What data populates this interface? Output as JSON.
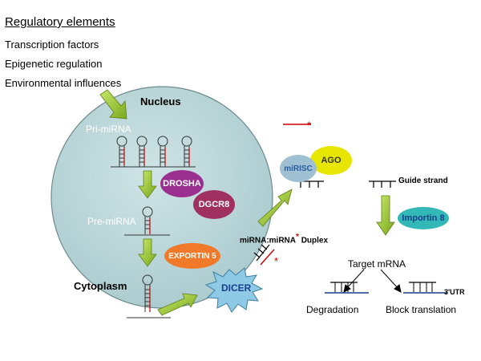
{
  "title": "Regulatory elements",
  "regulators": [
    "Transcription factors",
    "Epigenetic regulation",
    "Environmental influences"
  ],
  "compartments": {
    "nucleus": "Nucleus",
    "cytoplasm": "Cytoplasm"
  },
  "rna_labels": {
    "pri": "Pri-miRNA",
    "pre": "Pre-miRNA"
  },
  "enzymes": {
    "drosha": "DROSHA",
    "dgcr8": "DGCR8",
    "exportin": "EXPORTIN 5",
    "dicer": "DICER",
    "ago": "AGO",
    "mirisc": "miRISC",
    "importin": "Importin 8"
  },
  "duplex": {
    "label": "miRNA:miRNA",
    "star": "*",
    "suffix": "Duplex"
  },
  "guide_strand": "Guide strand",
  "target": "Target mRNA",
  "utr": "3'UTR",
  "outcomes": {
    "degradation": "Degradation",
    "block": "Block translation"
  },
  "star_mark": "*",
  "colors": {
    "nucleus_fill": "#b8d5d8",
    "arrow_green": "#99cc33",
    "drosha": "#9b2f8f",
    "dgcr8": "#a0305f",
    "exportin": "#f07a2a",
    "dicer": "#8ec9e6",
    "dicer_text": "#1a3f8a",
    "ago": "#e6e600",
    "mirisc": "#9fbfd2",
    "mirisc_text": "#2b5fa3",
    "importin": "#33b8b8",
    "importin_text": "#1a3f8a",
    "passenger_red": "#cc0000",
    "mrna_blue": "#1a3f8a",
    "hairpin_red": "#cc0000"
  }
}
